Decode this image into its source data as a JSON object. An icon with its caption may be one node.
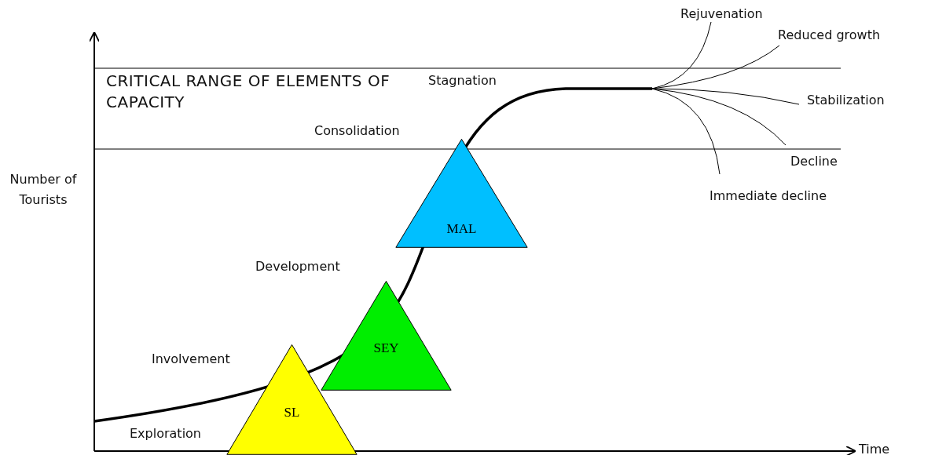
{
  "diagram": {
    "nodes": [
      {
        "text": [
          "MAL"
        ]
      },
      {
        "text": [
          "SEY"
        ]
      },
      {
        "text": [
          "SL"
        ]
      }
    ],
    "labels": [
      "Rejuvenation",
      "Reduced growth",
      "CRITICAL RANGE OF ELEMENTS OF CAPACITY",
      "Stagnation",
      "Stabilization",
      "Consolidation",
      "Decline",
      "Number of Tourists",
      "Immediate decline",
      "Development",
      "Involvement",
      "Exploration",
      "Time"
    ]
  }
}
